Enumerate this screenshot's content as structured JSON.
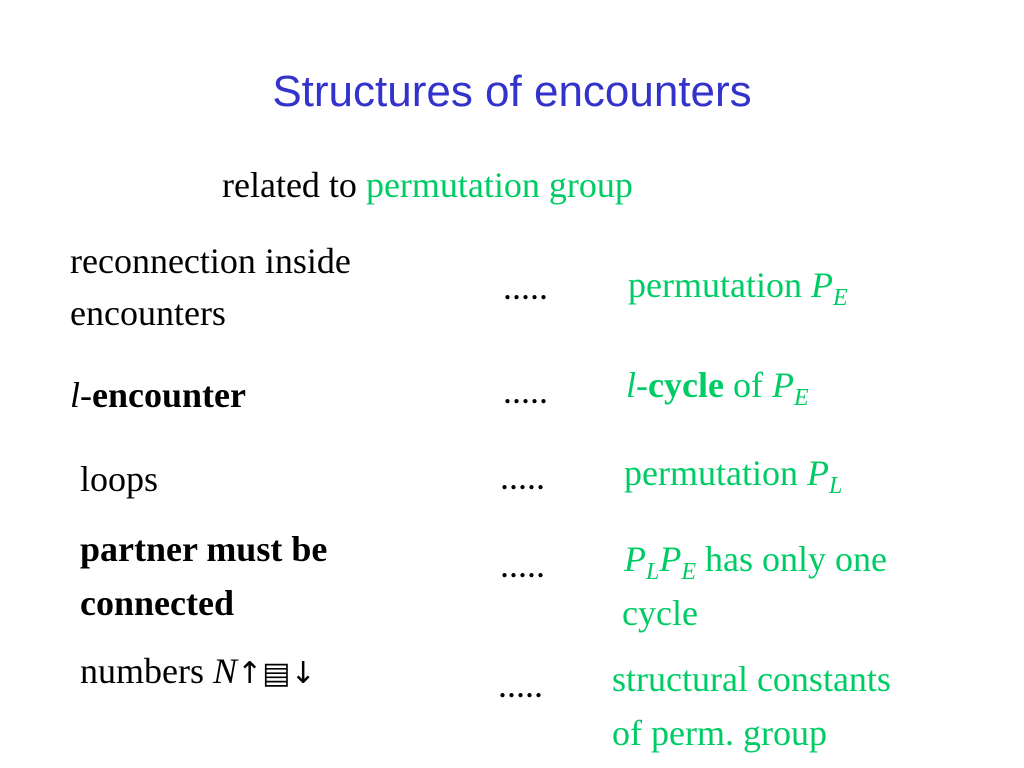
{
  "title": "Structures of encounters",
  "subtitle": {
    "prefix": "related to",
    "highlight": "permutation group"
  },
  "dots": ".....",
  "rows": [
    {
      "left_line1": "reconnection inside",
      "left_line2": "encounters",
      "right_text": "permutation",
      "right_var": "P",
      "right_sub": "E"
    },
    {
      "left_italic": "l",
      "left_dash": "-",
      "left_bold": "encounter",
      "right_italic": "l",
      "right_dash": "-",
      "right_bold": "cycle",
      "right_of": "of",
      "right_var": "P",
      "right_sub": "E"
    },
    {
      "left": "loops",
      "right_text": "permutation",
      "right_var": "P",
      "right_sub": "L"
    },
    {
      "left_line1": "partner must be",
      "left_line2": "connected",
      "right_var1": "P",
      "right_sub1": "L",
      "right_var2": "P",
      "right_sub2": "E",
      "right_text": "has only one",
      "right_line2": "cycle"
    },
    {
      "left_text": "numbers",
      "left_var": "N",
      "left_glyphs": "↑▤↓",
      "right_line1": "structural constants",
      "right_line2": "of perm. group"
    }
  ],
  "colors": {
    "title": "#3333cc",
    "highlight": "#00cc66",
    "text": "#000000"
  }
}
